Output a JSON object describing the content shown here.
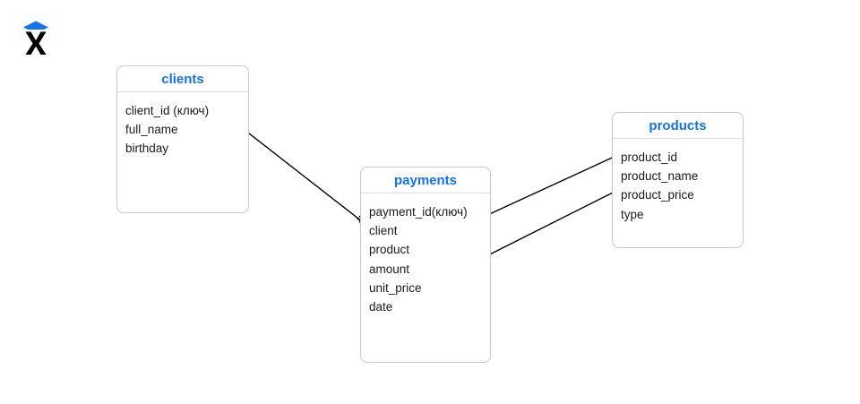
{
  "logo": {
    "icon": "x-logo-icon",
    "accent_color": "#1673e8",
    "mark_color": "#000000"
  },
  "theme": {
    "title_color": "#1473ec",
    "border_color": "#c3c9dd",
    "divider_color": "#d9dded",
    "text_color": "#1a1a1a",
    "arrow_color": "#000000",
    "background": "#ffffff"
  },
  "diagram": {
    "type": "entity-relationship",
    "entities": [
      {
        "id": "clients",
        "title": "clients",
        "fields": [
          "client_id (ключ)",
          "full_name",
          "birthday"
        ]
      },
      {
        "id": "payments",
        "title": "payments",
        "fields": [
          "payment_id(ключ)",
          "client",
          "product",
          "amount",
          "unit_price",
          "date"
        ]
      },
      {
        "id": "products",
        "title": "products",
        "fields": [
          "product_id",
          "product_name",
          "product_price",
          "type"
        ]
      }
    ],
    "relationships": [
      {
        "id": "clients-to-payments-client",
        "from": "clients.client_id (ключ)",
        "to": "payments.client"
      },
      {
        "id": "products-to-payments-product",
        "from": "products.product_id",
        "to": "payments.product"
      },
      {
        "id": "products-to-payments-unit-price",
        "from": "products.product_price",
        "to": "payments.unit_price"
      }
    ]
  }
}
